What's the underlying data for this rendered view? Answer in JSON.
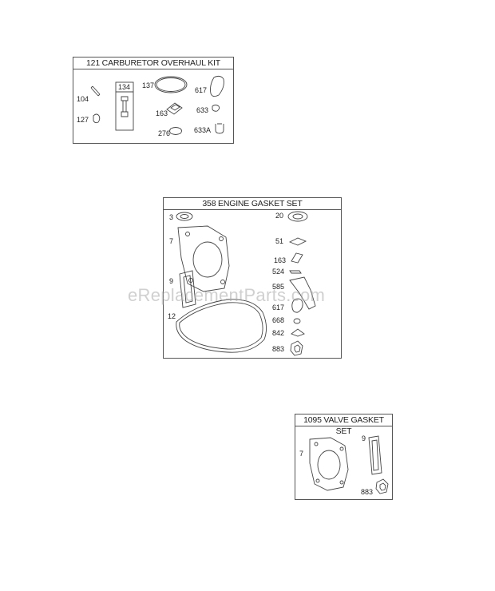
{
  "kits": [
    {
      "title": "121 CARBURETOR OVERHAUL KIT",
      "labels": [
        "104",
        "127",
        "134",
        "137",
        "163",
        "276",
        "617",
        "633",
        "633A"
      ]
    },
    {
      "title": "358 ENGINE GASKET SET",
      "labels": [
        "3",
        "7",
        "9",
        "12",
        "20",
        "51",
        "163",
        "524",
        "585",
        "617",
        "668",
        "842",
        "883"
      ]
    },
    {
      "title": "1095 VALVE GASKET SET",
      "labels": [
        "7",
        "9",
        "883"
      ]
    }
  ],
  "watermark": "eReplacementParts.com"
}
